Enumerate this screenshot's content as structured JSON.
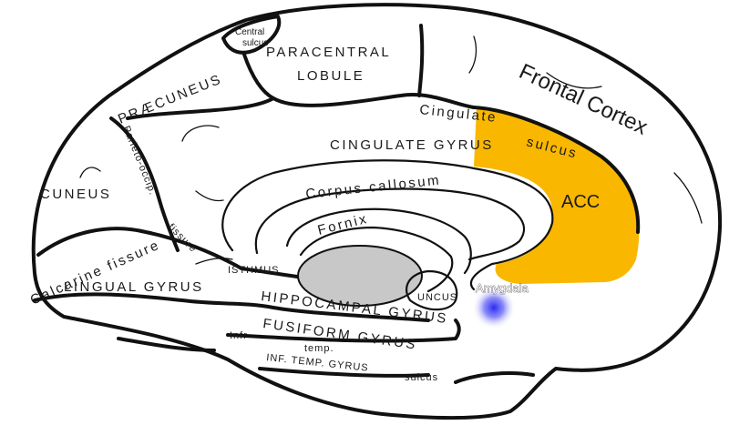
{
  "labels": {
    "central_sulcus_1": "Central",
    "central_sulcus_2": "sulcus",
    "paracentral_1": "PARACENTRAL",
    "paracentral_2": "LOBULE",
    "frontal_cortex": "Frontal Cortex",
    "praecuneus": "PRÆCUNEUS",
    "parieto_occip": "Parieto-occip.",
    "cingulate_sulcus_1": "Cingulate",
    "cingulate_sulcus_2": "sulcus",
    "cingulate_gyrus": "CINGULATE GYRUS",
    "corpus_callosum": "Corpus callosum",
    "fornix": "Fornix",
    "acc": "ACC",
    "cuneus": "CUNEUS",
    "calcarine_fissure": "Calcarine fissure",
    "fissure": "fissure",
    "isthmus": "ISTHMUS",
    "lingual_gyrus": "LINGUAL GYRUS",
    "uncus": "UNCUS",
    "amygdala": "Amygdala",
    "hippocampal_gyrus": "HIPPOCAMPAL GYRUS",
    "infr": "Infr",
    "temp": "temp.",
    "fusiform_gyrus": "FUSIFORM GYRUS",
    "inf_temp_gyrus": "INF. TEMP. GYRUS",
    "sulcus_bottom": "sulcus"
  },
  "colors": {
    "acc_fill": "#f9b700",
    "amygdala_glow": "#2a2af0",
    "thalamus_fill": "#c8c8c8"
  }
}
